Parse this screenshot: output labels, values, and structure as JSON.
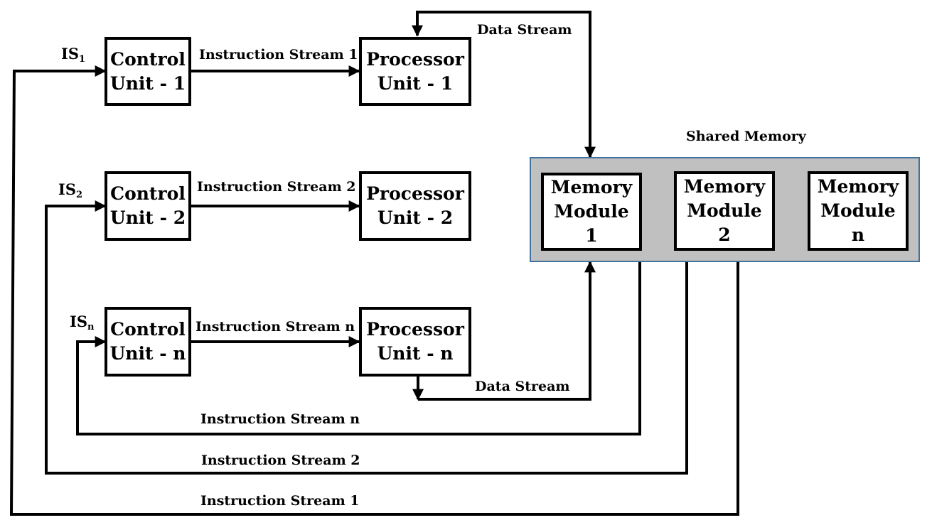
{
  "shared_memory": {
    "title": "Shared Memory",
    "modules": [
      {
        "line1": "Memory",
        "line2": "Module",
        "line3": "1"
      },
      {
        "line1": "Memory",
        "line2": "Module",
        "line3": "2"
      },
      {
        "line1": "Memory",
        "line2": "Module",
        "line3": "n"
      }
    ]
  },
  "control_units": [
    {
      "line1": "Control",
      "line2": "Unit - 1"
    },
    {
      "line1": "Control",
      "line2": "Unit - 2"
    },
    {
      "line1": "Control",
      "line2": "Unit - n"
    }
  ],
  "processor_units": [
    {
      "line1": "Processor",
      "line2": "Unit - 1"
    },
    {
      "line1": "Processor",
      "line2": "Unit - 2"
    },
    {
      "line1": "Processor",
      "line2": "Unit - n"
    }
  ],
  "is_labels": [
    {
      "main": "IS",
      "sub": "1"
    },
    {
      "main": "IS",
      "sub": "2"
    },
    {
      "main": "IS",
      "sub": "n"
    }
  ],
  "instruction_streams_top": [
    "Instruction Stream 1",
    "Instruction Stream 2",
    "Instruction Stream n"
  ],
  "instruction_streams_bottom": [
    "Instruction Stream n",
    "Instruction Stream 2",
    "Instruction Stream 1"
  ],
  "data_streams": [
    "Data Stream",
    "Data Stream"
  ]
}
